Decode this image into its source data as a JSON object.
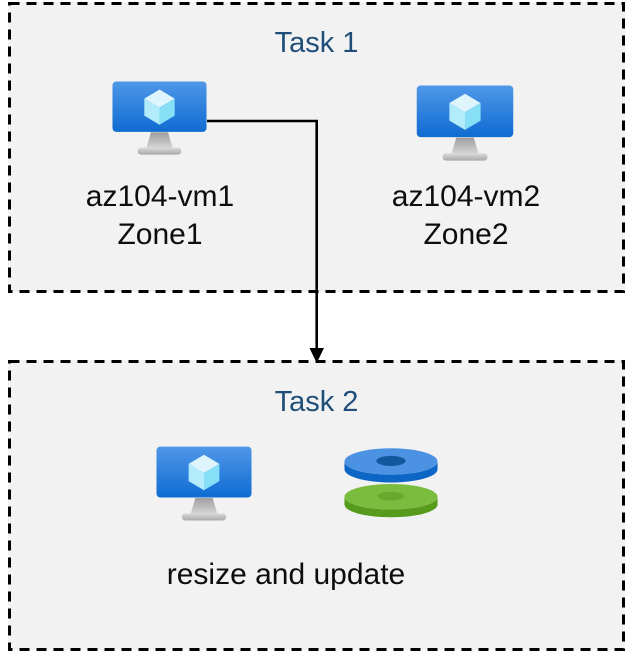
{
  "page": {
    "background": "#ffffff"
  },
  "colors": {
    "box_fill": "#f2f2f2",
    "box_border": "#000000",
    "title_text": "#1f4e79",
    "body_text": "#0d0d0d",
    "arrow": "#000000",
    "vm_screen_gradient_top": "#4f97e8",
    "vm_screen_gradient_bottom": "#0f6cd2",
    "vm_cube_light": "#def5fd",
    "disk_blue_top": "#4b92e2",
    "disk_blue_rim": "#0c66c6",
    "disk_blue_hole": "#11589e",
    "disk_green_top": "#7abc3e",
    "disk_green_rim": "#579b1d",
    "disk_green_hole": "#68a92d"
  },
  "task1": {
    "title": "Task 1",
    "vm1": {
      "icon": "azure-vm-icon",
      "name": "az104-vm1",
      "zone": "Zone1"
    },
    "vm2": {
      "icon": "azure-vm-icon",
      "name": "az104-vm2",
      "zone": "Zone2"
    }
  },
  "task2": {
    "title": "Task 2",
    "vm_icon": "azure-vm-icon",
    "disks_icon": "azure-disks-icon",
    "caption": "resize and update"
  },
  "connector": {
    "type": "elbow-arrow",
    "from": "az104-vm1",
    "to": "task2-box"
  }
}
